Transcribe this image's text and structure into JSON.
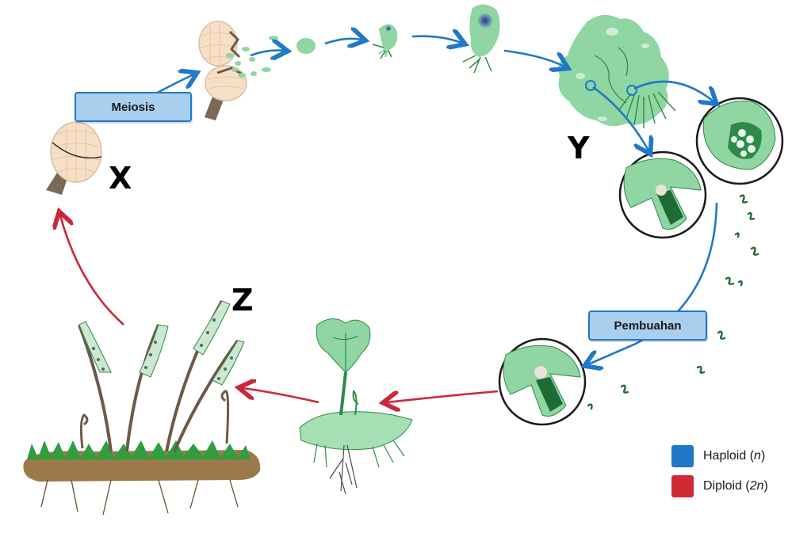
{
  "labels": {
    "meiosis": "Meiosis",
    "fertilization": "Pembuahan",
    "x": "X",
    "y": "Y",
    "z": "Z"
  },
  "legend": {
    "haploid": {
      "text": "Haploid",
      "symbol": "n",
      "color": "#1f78c8"
    },
    "diploid": {
      "text": "Diploid",
      "symbol": "2n",
      "color": "#d02a35"
    }
  },
  "colors": {
    "haploid_arrow": "#1f78c8",
    "diploid_arrow": "#c9283a",
    "gametophyte_green": "#8fd6a2",
    "dark_green": "#1e6b34",
    "sporangium": "#f7dfc6",
    "soil": "#8b6a3e"
  }
}
